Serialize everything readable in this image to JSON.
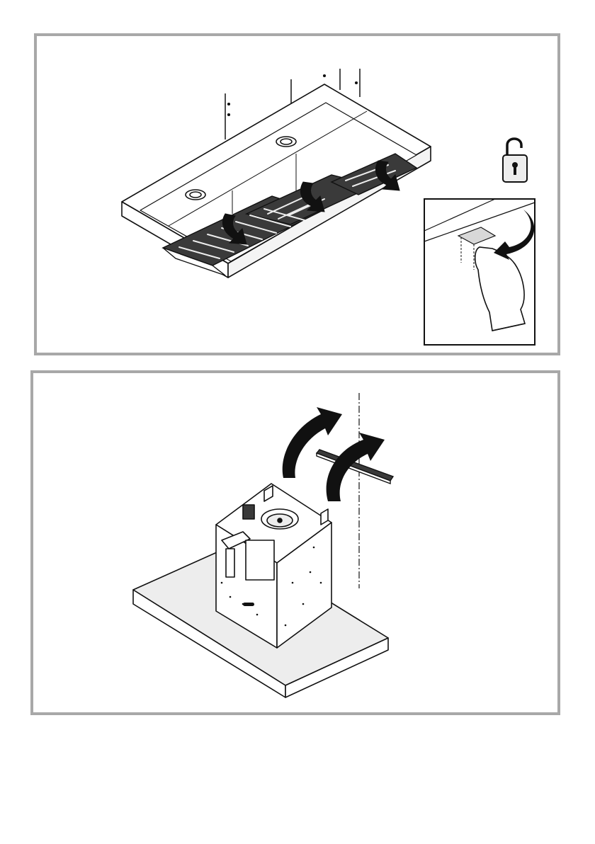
{
  "figure": {
    "panels": [
      {
        "id": "filter-removal",
        "icons": [
          "unlocked-padlock-icon",
          "hand-release-latch-icon"
        ],
        "arrows": 4
      },
      {
        "id": "motor-unit-rotation",
        "icons": [
          "curved-rotate-arrow-icon"
        ],
        "arrows": 2
      }
    ],
    "colors": {
      "frame": "#a8a8a8",
      "line": "#111111",
      "filter": "#3a3a3a",
      "fill_light": "#ededed",
      "fill_white": "#ffffff"
    }
  }
}
